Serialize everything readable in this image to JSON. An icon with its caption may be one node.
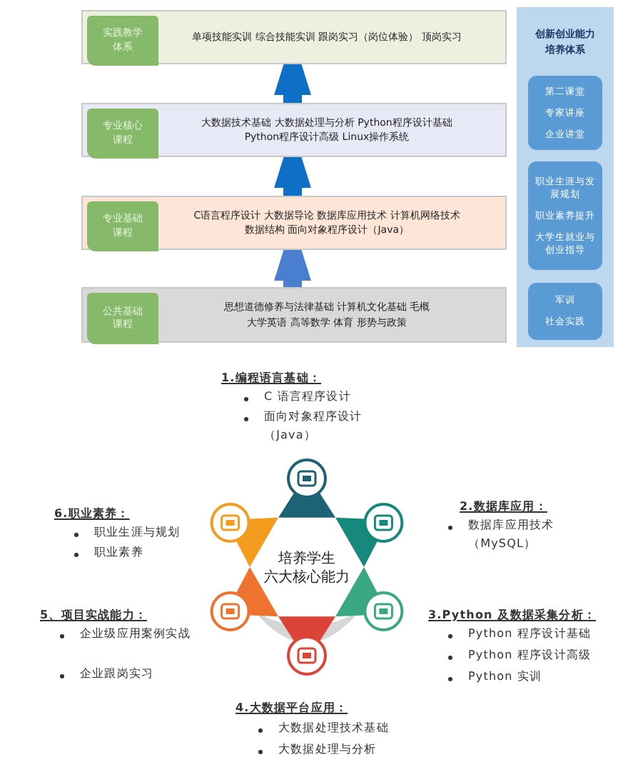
{
  "diagram": {
    "nodes": [
      {
        "text": [
          "实践教学体系",
          "单项技能实训 综合技能实训 跟岗实习（岗位体验） 顶岗实习"
        ]
      },
      {
        "text": [
          "专业核心课程",
          "大数据技术基础 大数据处理与分析 Python程序设计基础",
          "Python程序设计高级 Linux操作系统"
        ]
      },
      {
        "text": [
          "专业基础课程",
          "C语言程序设计 大数据导论 数据库应用技术 计算机网络技术",
          "数据结构 面向对象程序设计（Java）"
        ]
      },
      {
        "text": [
          "公共基础课程",
          "思想道德修养与法律基础 计算机文化基础 毛概",
          "大学英语 高等数学 体育 形势与政策"
        ]
      },
      {
        "text": [
          "创新创业能力培养体系"
        ]
      },
      {
        "text": [
          "第二课堂",
          "专家讲座",
          "企业讲堂"
        ],
        "in": 4
      },
      {
        "text": [
          "职业生涯与发展规划",
          "职业素养提升",
          "大学生就业与创业指导"
        ],
        "in": 4
      },
      {
        "text": [
          "军训",
          "社会实践"
        ],
        "in": 4
      }
    ],
    "edges": [
      {
        "from": 3,
        "to": 2,
        "arrow": "to",
        "color": "#4a7fd0"
      },
      {
        "from": 2,
        "to": 1,
        "arrow": "to"
      },
      {
        "from": 1,
        "to": 0,
        "arrow": "to"
      }
    ],
    "labels": [
      "1.编程语言基础：",
      "C 语言程序设计",
      "面向对象程序设计（Java）",
      "6.职业素养：",
      "职业生涯与规划",
      "职业素养",
      "2.数据库应用：",
      "数据库应用技术（MySQL）",
      "培养学生",
      "六大核心能力",
      "5、项目实战能力：",
      "企业级应用案例实战",
      "企业跟岗实习",
      "3.Python 及数据采集分析：",
      "Python 程序设计基础",
      "Python 程序设计高级",
      "Python 实训",
      "4.大数据平台应用：",
      "大数据处理技术基础",
      "大数据处理与分析"
    ]
  }
}
